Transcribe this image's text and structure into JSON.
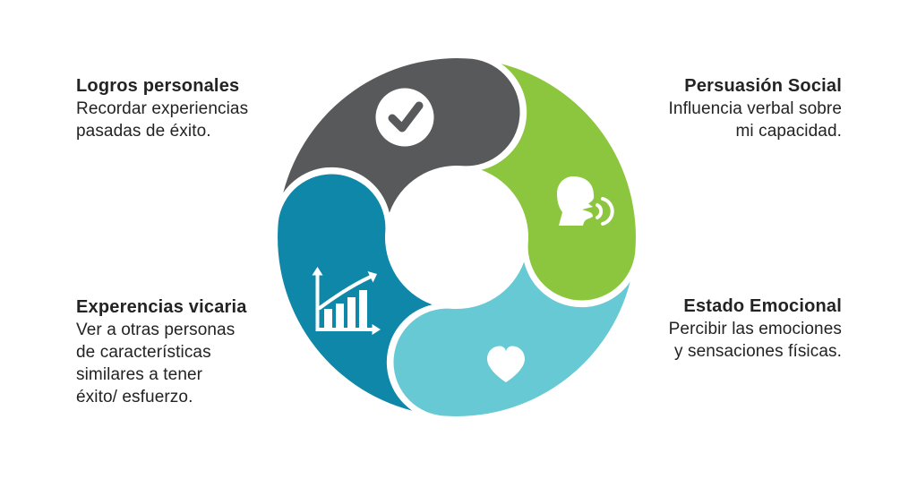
{
  "canvas": {
    "background_color": "#FFFFFF",
    "text_color": "#232323"
  },
  "diagram": {
    "type": "cycle-4-segments",
    "center_color": "#FFFFFF",
    "icon_color": "#FFFFFF",
    "segments": [
      {
        "name": "logros-personales",
        "position": "top",
        "color": "#58595B",
        "icon": "check-icon"
      },
      {
        "name": "persuasion-social",
        "position": "right",
        "color": "#8CC63F",
        "icon": "speaking-head-icon"
      },
      {
        "name": "estado-emocional",
        "position": "bottom",
        "color": "#67C9D4",
        "icon": "heart-icon"
      },
      {
        "name": "experencias-vicaria",
        "position": "left",
        "color": "#0F87A8",
        "icon": "bar-chart-icon"
      }
    ]
  },
  "labels": {
    "top_left": {
      "title": "Logros personales",
      "body": "Recordar experiencias\npasadas de éxito."
    },
    "top_right": {
      "title": "Persuasión Social",
      "body": "Influencia verbal sobre\nmi capacidad."
    },
    "bottom_left": {
      "title": "Experencias vicaria",
      "body": "Ver a otras personas\nde características\nsimilares a tener\néxito/ esfuerzo."
    },
    "bottom_right": {
      "title": "Estado Emocional",
      "body": "Percibir las emociones\ny sensaciones físicas."
    }
  }
}
